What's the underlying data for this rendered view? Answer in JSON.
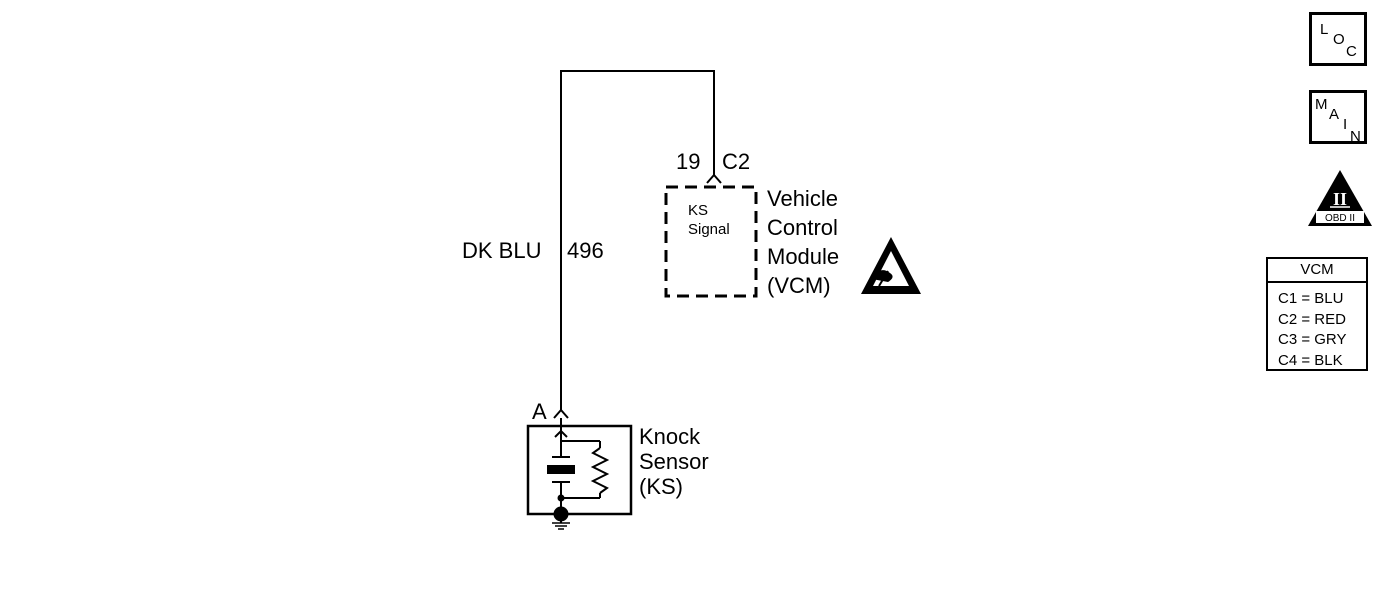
{
  "wire": {
    "color": "DK BLU",
    "circuit": "496"
  },
  "vcm_connector": {
    "pin": "19",
    "connector": "C2"
  },
  "vcm_module": {
    "name_lines": [
      "Vehicle",
      "Control",
      "Module",
      "(VCM)"
    ],
    "signal_lines": [
      "KS",
      "Signal"
    ]
  },
  "knock_sensor": {
    "terminal": "A",
    "name_lines": [
      "Knock",
      "Sensor",
      "(KS)"
    ]
  },
  "nav": {
    "loc": [
      "L",
      "O",
      "C"
    ],
    "main": [
      "M",
      "A",
      "I",
      "N"
    ],
    "obd": {
      "numeral": "II",
      "text": "OBD II"
    }
  },
  "connector_legend": {
    "title": "VCM",
    "rows": [
      "C1 = BLU",
      "C2 = RED",
      "C3 = GRY",
      "C4 = BLK"
    ]
  },
  "icons": [
    "esd-warning-icon",
    "obd-ii-icon",
    "ground-icon"
  ]
}
